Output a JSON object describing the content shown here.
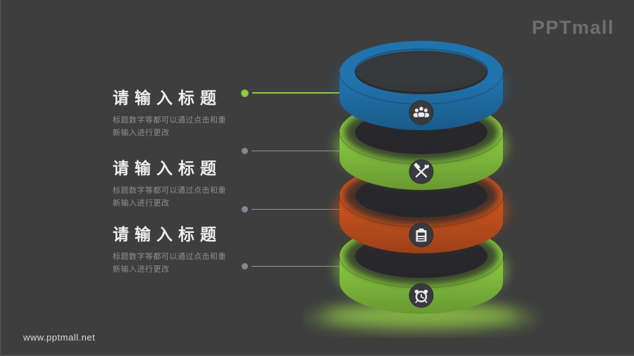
{
  "app": {
    "logo_text": "PPTmall",
    "footer_url": "www.pptmall.net"
  },
  "colors": {
    "background": "#3e3e3e",
    "accent_green": "#8fce3c",
    "connector_gray": "#828893",
    "ring_blue": "#2173ae",
    "ring_green": "#86c440",
    "ring_orange": "#c8531f",
    "glow_green": "#9ad54a",
    "badge_bg": "#393a3e",
    "icon_white": "#ebebeb",
    "title_color": "#eeeeee",
    "subtitle_color": "#8f8f8f",
    "logo_color": "#6f6f6f",
    "footer_color": "#dcdcdc"
  },
  "text_blocks": [
    {
      "title": "请输入标题",
      "desc_line1": "标题数字等都可以通过点击和重",
      "desc_line2": "新输入进行更改"
    },
    {
      "title": "请输入标题",
      "desc_line1": "标题数字等都可以通过点击和重",
      "desc_line2": "新输入进行更改"
    },
    {
      "title": "请输入标题",
      "desc_line1": "标题数字等都可以通过点击和重",
      "desc_line2": "新输入进行更改"
    }
  ],
  "rings": [
    {
      "icon": "people-icon",
      "color": "#2173ae"
    },
    {
      "icon": "tools-icon",
      "color": "#86c440"
    },
    {
      "icon": "clipboard-icon",
      "color": "#c8531f"
    },
    {
      "icon": "alarm-clock-icon",
      "color": "#86c440"
    }
  ]
}
